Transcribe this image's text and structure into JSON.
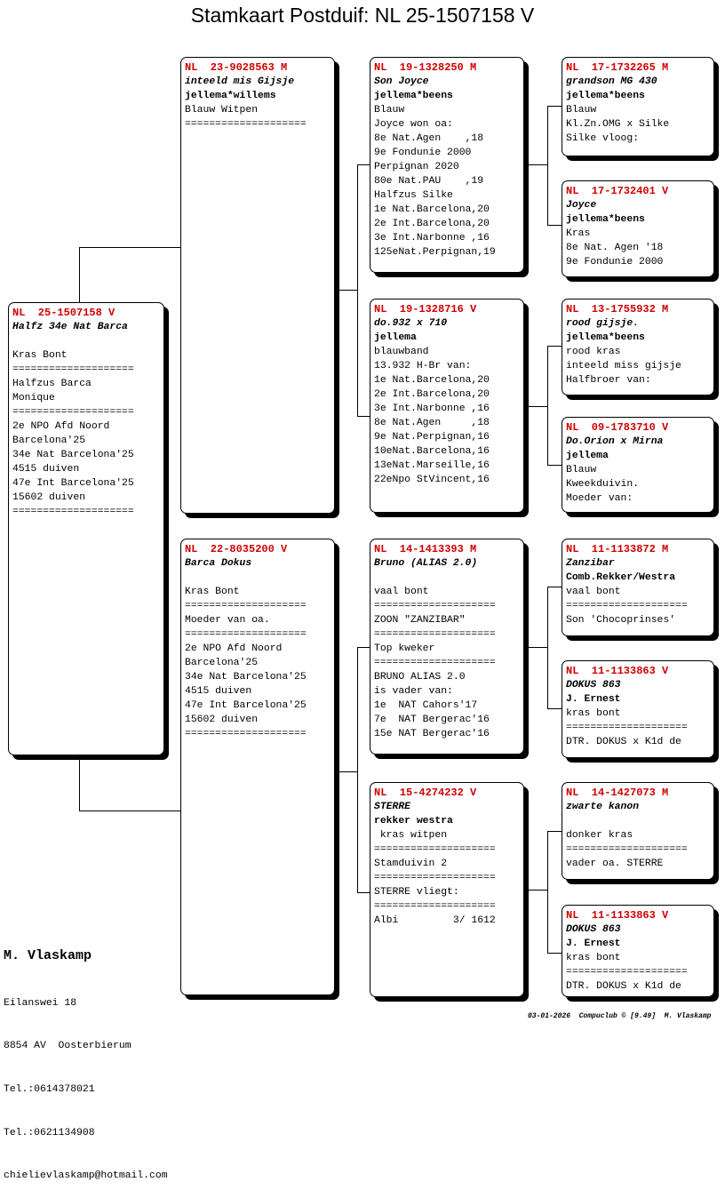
{
  "title": "Stamkaart Postduif: NL  25-1507158 V",
  "subject": {
    "ring": "NL  25-1507158 V",
    "name": "Halfz 34e Nat Barca",
    "strain": "",
    "lines": [
      "",
      "Kras Bont",
      "====================",
      "Halfzus Barca",
      "Monique",
      "====================",
      "2e NPO Afd Noord",
      "Barcelona'25",
      "34e Nat Barcelona'25",
      "4515 duiven",
      "47e Int Barcelona'25",
      "15602 duiven",
      "===================="
    ]
  },
  "father": {
    "ring": "NL  23-9028563 M",
    "name": "inteeld mis Gijsje",
    "strain": "jellema*willems",
    "lines": [
      "Blauw Witpen",
      "===================="
    ]
  },
  "mother": {
    "ring": "NL  22-8035200 V",
    "name": "Barca Dokus",
    "strain": "",
    "lines": [
      "",
      "Kras Bont",
      "====================",
      "Moeder van oa.",
      "====================",
      "2e NPO Afd Noord",
      "Barcelona'25",
      "34e Nat Barcelona'25",
      "4515 duiven",
      "47e Int Barcelona'25",
      "15602 duiven",
      "===================="
    ]
  },
  "ff": {
    "ring": "NL  19-1328250 M",
    "name": "Son Joyce",
    "strain": "jellema*beens",
    "lines": [
      "Blauw",
      "Joyce won oa:",
      "8e Nat.Agen    ,18",
      "9e Fondunie 2000",
      "Perpignan 2020",
      "80e Nat.PAU    ,19",
      "Halfzus Silke",
      "1e Nat.Barcelona,20",
      "2e Int.Barcelona,20",
      "3e Int.Narbonne ,16",
      "125eNat.Perpignan,19"
    ]
  },
  "fm": {
    "ring": "NL  19-1328716 V",
    "name": "do.932 x 710",
    "strain": "jellema",
    "lines": [
      "blauwband",
      "13.932 H-Br van:",
      "1e Nat.Barcelona,20",
      "2e Int.Barcelona,20",
      "3e Int.Narbonne ,16",
      "8e Nat.Agen     ,18",
      "9e Nat.Perpignan,16",
      "10eNat.Barcelona,16",
      "13eNat.Marseille,16",
      "22eNpo StVincent,16"
    ]
  },
  "mf": {
    "ring": "NL  14-1413393 M",
    "name": "Bruno (ALIAS 2.0)",
    "strain": "",
    "lines": [
      "",
      "vaal bont",
      "====================",
      "ZOON \"ZANZIBAR\"",
      "====================",
      "Top kweker",
      "====================",
      "BRUNO ALIAS 2.0",
      "is vader van:",
      "1e  NAT Cahors'17",
      "7e  NAT Bergerac'16",
      "15e NAT Bergerac'16"
    ]
  },
  "mm": {
    "ring": "NL  15-4274232 V",
    "name": "STERRE",
    "strain": "rekker westra",
    "lines": [
      " kras witpen",
      "====================",
      "Stamduivin 2",
      "====================",
      "STERRE vliegt:",
      "====================",
      "Albi         3/ 1612"
    ]
  },
  "fff": {
    "ring": "NL  17-1732265 M",
    "name": "grandson MG 430",
    "strain": "jellema*beens",
    "lines": [
      "Blauw",
      "Kl.Zn.OMG x Silke",
      "Silke vloog:"
    ]
  },
  "ffm": {
    "ring": "NL  17-1732401 V",
    "name": "Joyce",
    "strain": "jellema*beens",
    "lines": [
      "Kras",
      "8e Nat. Agen '18",
      "9e Fondunie 2000"
    ]
  },
  "fmf": {
    "ring": "NL  13-1755932 M",
    "name": "rood gijsje.",
    "strain": "jellema*beens",
    "lines": [
      "rood kras",
      "inteeld miss gijsje",
      "Halfbroer van:"
    ]
  },
  "fmm": {
    "ring": "NL  09-1783710 V",
    "name": "Do.Orion x Mirna",
    "strain": "jellema",
    "lines": [
      "Blauw",
      "Kweekduivin.",
      "Moeder van:"
    ]
  },
  "mff": {
    "ring": "NL  11-1133872 M",
    "name": "Zanzibar",
    "strain": "Comb.Rekker/Westra",
    "lines": [
      "vaal bont",
      "====================",
      "Son 'Chocoprinses'"
    ]
  },
  "mfm": {
    "ring": "NL  11-1133863 V",
    "name": "DOKUS 863",
    "strain": "J. Ernest",
    "lines": [
      "kras bont",
      "====================",
      "DTR. DOKUS x K1d de"
    ]
  },
  "mmf": {
    "ring": "NL  14-1427073 M",
    "name": "zwarte kanon",
    "strain": "",
    "lines": [
      "",
      "donker kras",
      "====================",
      "vader oa. STERRE"
    ]
  },
  "mmm": {
    "ring": "NL  11-1133863 V",
    "name": "DOKUS 863",
    "strain": "J. Ernest",
    "lines": [
      "kras bont",
      "====================",
      "DTR. DOKUS x K1d de"
    ]
  },
  "owner": {
    "name": "M. Vlaskamp",
    "lines": [
      "Eilanswei 18",
      "8854 AV  Oosterbierum",
      "Tel.:0614378021",
      "Tel.:0621134908",
      "chielievlaskamp@hotmail.com"
    ]
  },
  "footer": "03-01-2026  Compuclub © [9.49]  M. Vlaskamp"
}
